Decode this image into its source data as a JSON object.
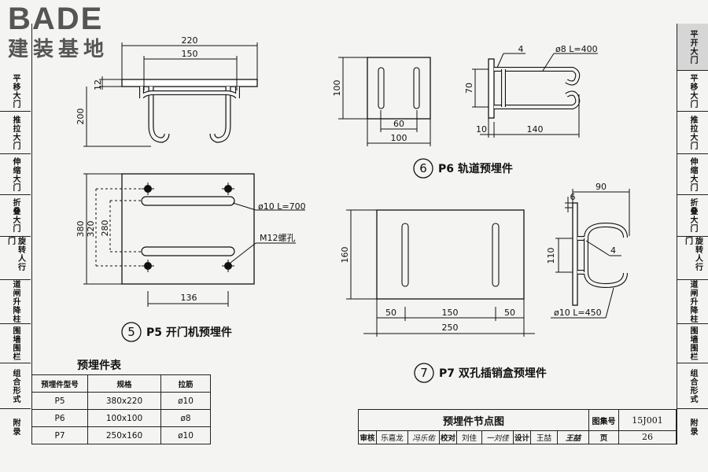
{
  "logo": {
    "brand": "BADE",
    "subtitle": "建装基地"
  },
  "nav_left": [
    "平移大门",
    "推拉大门",
    "伸缩大门",
    "折叠大门",
    "旋转人行门",
    "道闸升降柱",
    "围墙围栏",
    "组合形式",
    "附录"
  ],
  "nav_right": [
    "平开大门",
    "平移大门",
    "推拉大门",
    "伸缩大门",
    "折叠大门",
    "旋转人行门",
    "道闸升降柱",
    "围墙围栏",
    "组合形式",
    "附录"
  ],
  "p5": {
    "num": "5",
    "caption": "P5  开门机预埋件",
    "dims": {
      "w220": "220",
      "w150": "150",
      "h12": "12",
      "h200": "200",
      "h380": "380",
      "h320": "320",
      "h280": "280",
      "w136": "136"
    },
    "callout_rod": "ø10 L=700",
    "callout_hole": "M12螺孔"
  },
  "p6": {
    "num": "6",
    "caption": "P6  轨道预埋件",
    "dims": {
      "h100": "100",
      "w60": "60",
      "w100": "100",
      "h70": "70",
      "w10": "10",
      "w140": "140",
      "t4": "4"
    },
    "callout_rod": "ø8  L=400"
  },
  "p7": {
    "num": "7",
    "caption": "P7  双孔插销盒预埋件",
    "dims": {
      "h160": "160",
      "w50a": "50",
      "w150": "150",
      "w50b": "50",
      "w250": "250",
      "w90": "90",
      "t6": "6",
      "h110": "110",
      "t4": "4"
    },
    "callout_rod": "ø10  L=450"
  },
  "table": {
    "title": "预埋件表",
    "headers": [
      "预埋件型号",
      "规格",
      "拉筋"
    ],
    "rows": [
      [
        "P5",
        "380x220",
        "ø10"
      ],
      [
        "P6",
        "100x100",
        "ø8"
      ],
      [
        "P7",
        "250x160",
        "ø10"
      ]
    ]
  },
  "title_block": {
    "title": "预埋件节点图",
    "atlas_label": "图集号",
    "atlas_no": "15J001",
    "page_label": "页",
    "page_no": "26",
    "review_label": "审核",
    "review_name": "乐嘉龙",
    "review_sign": "冯乐佑",
    "check_label": "校对",
    "check_name": "刘佳",
    "check_sign": "一刘佳",
    "design_label": "设计",
    "design_name": "王喆",
    "design_sign": "王喆"
  }
}
